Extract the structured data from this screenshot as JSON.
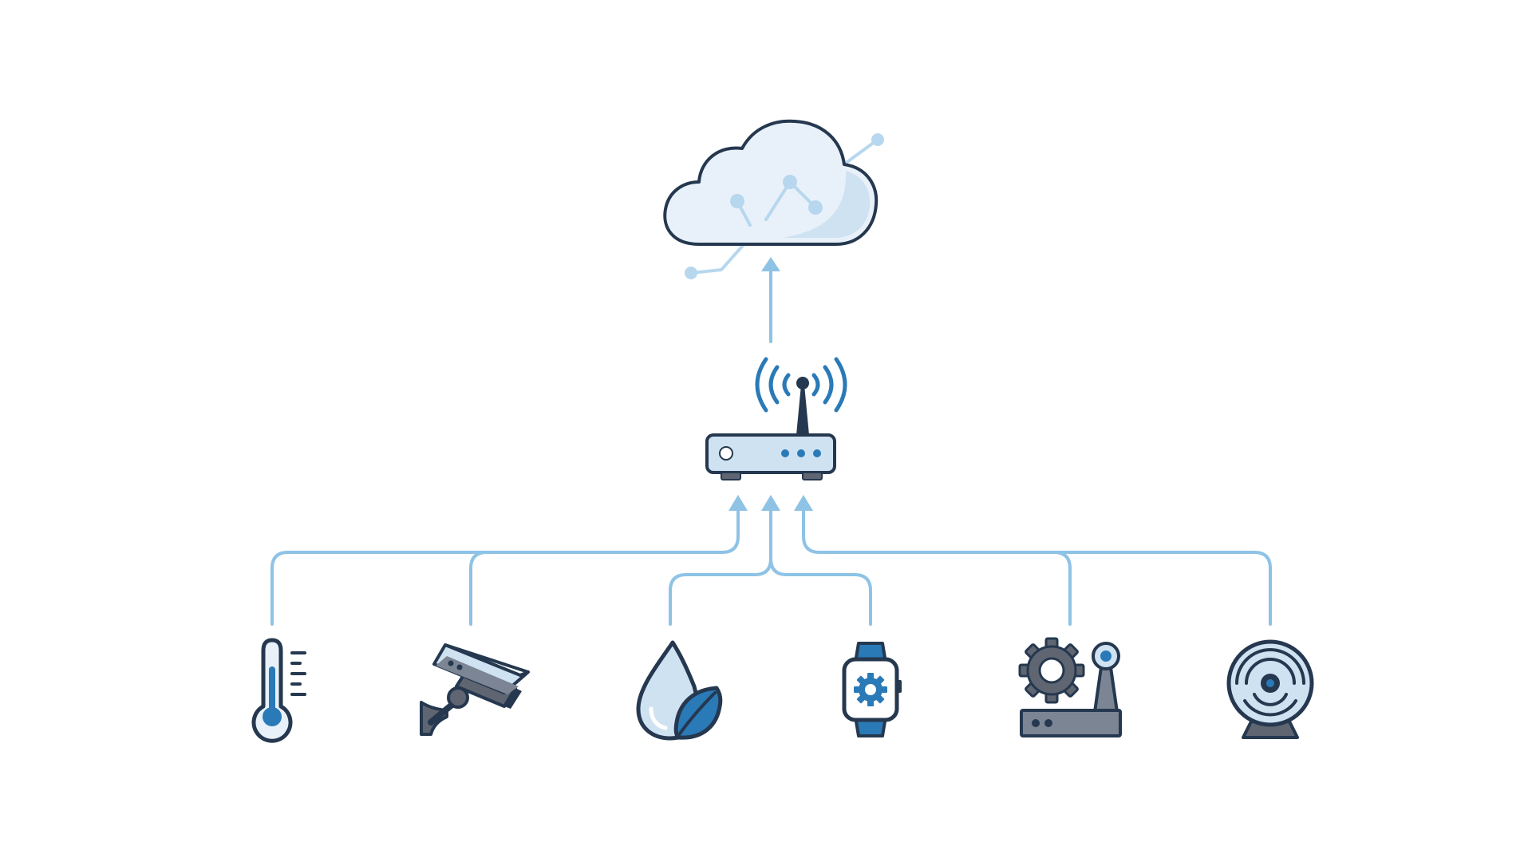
{
  "diagram": {
    "kind": "iot-network",
    "colors": {
      "background": "#ffffff",
      "connector": "#8ec3e6",
      "outline": "#25384f",
      "accent": "#2a7ab8",
      "fill_light": "#cfe2f1",
      "fill_pale": "#e8f1fa",
      "cloud_network": "#b7d7ee",
      "gray": "#5f6672",
      "slate": "#7b8593"
    },
    "nodes": [
      {
        "id": "cloud",
        "icon": "cloud-network-icon"
      },
      {
        "id": "gateway",
        "icon": "wifi-router-icon"
      },
      {
        "id": "thermometer",
        "icon": "thermometer-icon"
      },
      {
        "id": "camera",
        "icon": "security-camera-icon"
      },
      {
        "id": "water-leaf",
        "icon": "water-drop-leaf-icon"
      },
      {
        "id": "smartwatch",
        "icon": "smartwatch-icon"
      },
      {
        "id": "industrial",
        "icon": "gear-antenna-controller-icon"
      },
      {
        "id": "sensor",
        "icon": "radar-sensor-icon"
      }
    ],
    "edges": [
      {
        "from": "gateway",
        "to": "cloud"
      },
      {
        "from": "thermometer",
        "to": "gateway"
      },
      {
        "from": "camera",
        "to": "gateway"
      },
      {
        "from": "water-leaf",
        "to": "gateway"
      },
      {
        "from": "smartwatch",
        "to": "gateway"
      },
      {
        "from": "industrial",
        "to": "gateway"
      },
      {
        "from": "sensor",
        "to": "gateway"
      }
    ]
  }
}
